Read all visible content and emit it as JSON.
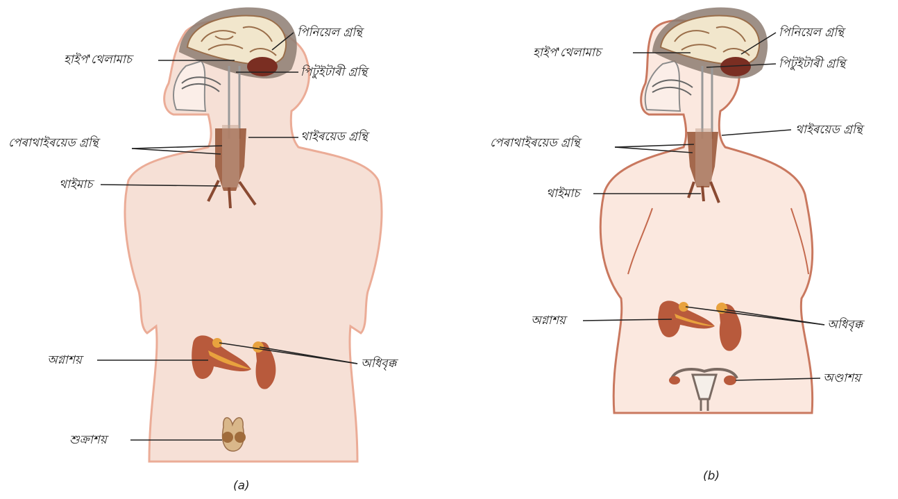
{
  "figure_a": {
    "caption": "(a)",
    "labels": {
      "pineal": "পিনিয়েল গ্রন্থি",
      "hypothalamus": "হাইপ'থেলামাচ",
      "pituitary": "পিটুইটাৰী গ্ৰন্থি",
      "thyroid": "থাইৰয়েড গ্ৰন্থি",
      "parathyroid": "পেৰাথাইৰয়েড গ্ৰন্থি",
      "thymus": "থাইমাচ",
      "pancreas": "অগ্নাশয়",
      "adrenal": "অধিবৃক্ক",
      "testis": "শুক্ৰাশয়"
    }
  },
  "figure_b": {
    "caption": "(b)",
    "labels": {
      "pineal": "পিনিয়েল গ্রন্থি",
      "hypothalamus": "হাইপ'থেলামাচ",
      "pituitary": "পিটুইটাৰী গ্ৰন্থি",
      "thyroid": "থাইৰয়েড গ্ৰন্থি",
      "parathyroid": "পেৰাথাইৰয়েড গ্ৰন্থি",
      "thymus": "থাইমাচ",
      "pancreas": "অগ্নাশয়",
      "adrenal": "অধিবৃক্ক",
      "ovary": "অণ্ডাশয়"
    }
  },
  "colors": {
    "skin": "#f6ddd2",
    "skin_edge": "#e9a48c",
    "brain": "#f1e6cc",
    "brain_fold": "#9a6e4a",
    "skull": "#8d7d72",
    "gland": "#b85a3c",
    "pancreas": "#e8a23e",
    "leader": "#222222"
  }
}
